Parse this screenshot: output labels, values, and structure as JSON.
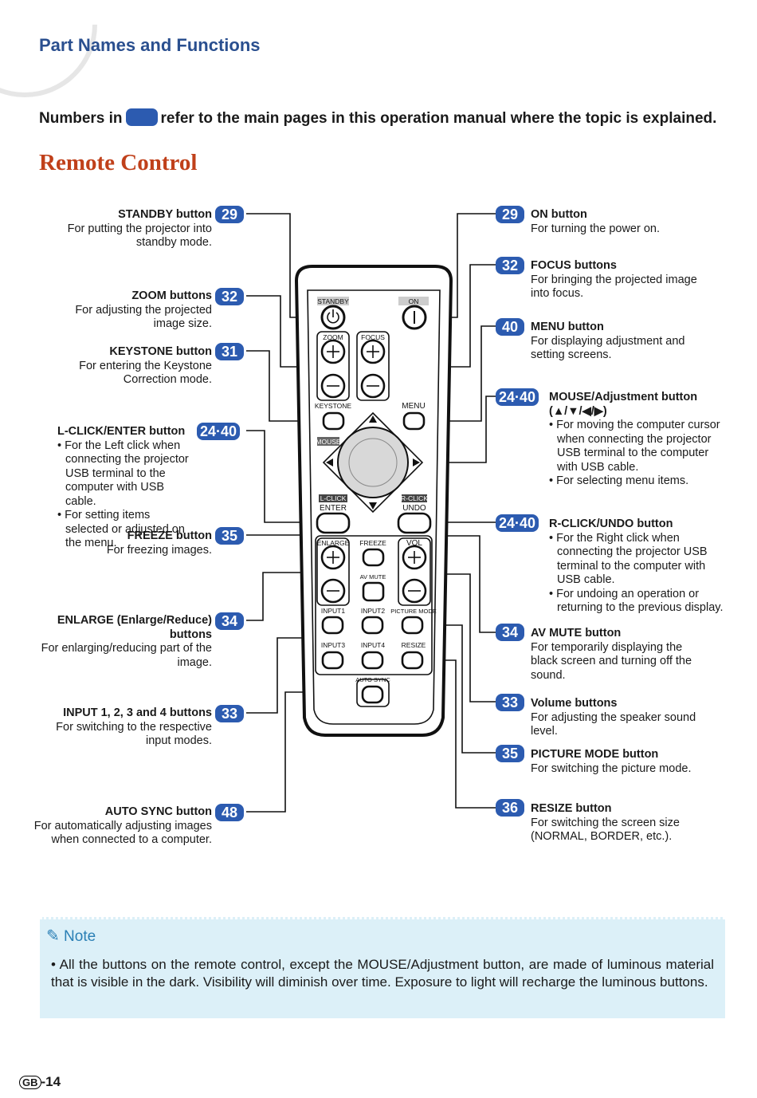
{
  "section_title": "Part Names and Functions",
  "intro": {
    "before": "Numbers in",
    "after": "refer to the main pages in this operation manual where the topic is explained."
  },
  "main_title": "Remote Control",
  "left": [
    {
      "page": "29",
      "title": "STANDBY button",
      "desc": "For putting the projector into standby mode."
    },
    {
      "page": "32",
      "title": "ZOOM buttons",
      "desc": "For adjusting the projected image size."
    },
    {
      "page": "31",
      "title": "KEYSTONE button",
      "desc": "For entering the Keystone Correction mode."
    },
    {
      "page": "24·40",
      "title": "L-CLICK/ENTER button",
      "b1": "• For the Left click when connecting the projector USB terminal to the computer with USB cable.",
      "b2": "• For setting items selected or adjusted on the menu."
    },
    {
      "page": "35",
      "title": "FREEZE button",
      "desc": "For freezing images."
    },
    {
      "page": "34",
      "title": "ENLARGE (Enlarge/Reduce) buttons",
      "desc": "For enlarging/reducing part of the image."
    },
    {
      "page": "33",
      "title": "INPUT 1, 2, 3 and 4 buttons",
      "desc": "For switching to the respective input modes."
    },
    {
      "page": "48",
      "title": "AUTO SYNC button",
      "desc": "For automatically adjusting images when connected to a computer."
    }
  ],
  "right": [
    {
      "page": "29",
      "title": "ON button",
      "desc": "For turning the power on."
    },
    {
      "page": "32",
      "title": "FOCUS buttons",
      "desc": "For bringing the projected image into focus."
    },
    {
      "page": "40",
      "title": "MENU button",
      "desc": "For displaying adjustment and setting screens."
    },
    {
      "page": "24·40",
      "title": "MOUSE/Adjustment button",
      "title2": "(▲/▼/◀/▶)",
      "b1": "• For moving the computer cursor when connecting the projector USB terminal to the computer with USB cable.",
      "b2": "• For selecting menu items."
    },
    {
      "page": "24·40",
      "title": "R-CLICK/UNDO button",
      "b1": "• For the Right click when connecting the projector USB terminal to the computer with USB cable.",
      "b2": "• For undoing an operation or returning to the previous display."
    },
    {
      "page": "34",
      "title": "AV MUTE button",
      "desc": "For temporarily displaying the black screen and turning off the sound."
    },
    {
      "page": "33",
      "title": "Volume buttons",
      "desc": "For adjusting the speaker sound level."
    },
    {
      "page": "35",
      "title": "PICTURE MODE button",
      "desc": "For switching the picture mode."
    },
    {
      "page": "36",
      "title": "RESIZE button",
      "desc": "For switching the screen size (NORMAL, BORDER, etc.)."
    }
  ],
  "remote_labels": {
    "standby": "STANDBY",
    "on": "ON",
    "zoom": "ZOOM",
    "focus": "FOCUS",
    "keystone": "KEYSTONE",
    "menu": "MENU",
    "mouse": "MOUSE",
    "lclick": "L-CLICK",
    "enter": "ENTER",
    "rclick": "R-CLICK",
    "undo": "UNDO",
    "enlarge": "ENLARGE",
    "freeze": "FREEZE",
    "vol": "VOL",
    "avmute": "AV MUTE",
    "input1": "INPUT1",
    "input2": "INPUT2",
    "picture_mode": "PICTURE MODE",
    "input3": "INPUT3",
    "input4": "INPUT4",
    "resize": "RESIZE",
    "auto_sync": "AUTO SYNC"
  },
  "note": {
    "heading": "Note",
    "text": "• All the buttons on the remote control, except the MOUSE/Adjustment button, are made of luminous material that is visible in the dark. Visibility will diminish over time. Exposure to light will recharge the luminous buttons."
  },
  "footer": {
    "region": "GB",
    "page": "-14"
  },
  "colors": {
    "accent_blue": "#2c5bb0",
    "title_red": "#c0401a",
    "note_bg": "#dcf0f8"
  }
}
